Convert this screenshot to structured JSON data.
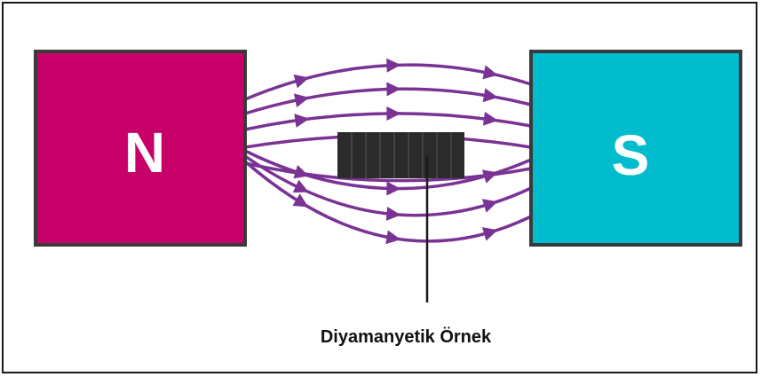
{
  "magnet_north": {
    "label": "N",
    "color": "#c8006a"
  },
  "magnet_south": {
    "label": "S",
    "color": "#00bccc"
  },
  "field_line_color": "#7a3394",
  "sample": {
    "label": "Diyamanyetik Örnek",
    "color": "#2b2b2b"
  }
}
